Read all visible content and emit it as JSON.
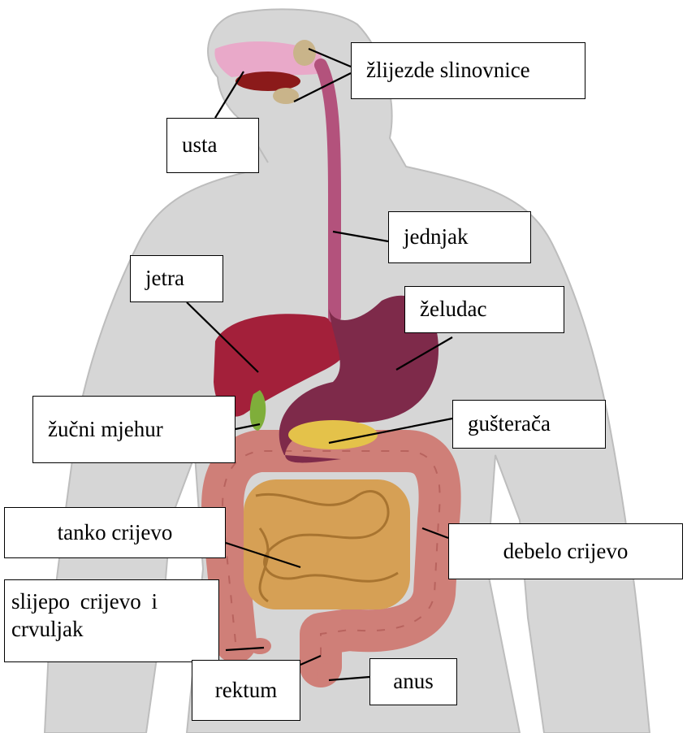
{
  "labels": {
    "salivary": "žlijezde slinovnice",
    "mouth": "usta",
    "esophagus": "jednjak",
    "liver": "jetra",
    "stomach": "želudac",
    "gallbladder": "žučni mjehur",
    "pancreas": "gušterača",
    "small_intestine": "tanko crijevo",
    "large_intestine": "debelo crijevo",
    "appendix_line1": "slijepo crijevo i",
    "appendix_line2": "crvuljak",
    "rectum": "rektum",
    "anus": "anus"
  },
  "colors": {
    "body": "#d6d6d6",
    "body_outline": "#bdbdbd",
    "liver": "#a3203a",
    "stomach": "#7e2a4a",
    "esophagus": "#b3527c",
    "oral": "#e9a9c9",
    "salivary": "#c9b48a",
    "gallbladder": "#7fae3a",
    "pancreas": "#e4c24a",
    "small_intestine": "#d6a055",
    "large_intestine": "#cf7f78"
  }
}
